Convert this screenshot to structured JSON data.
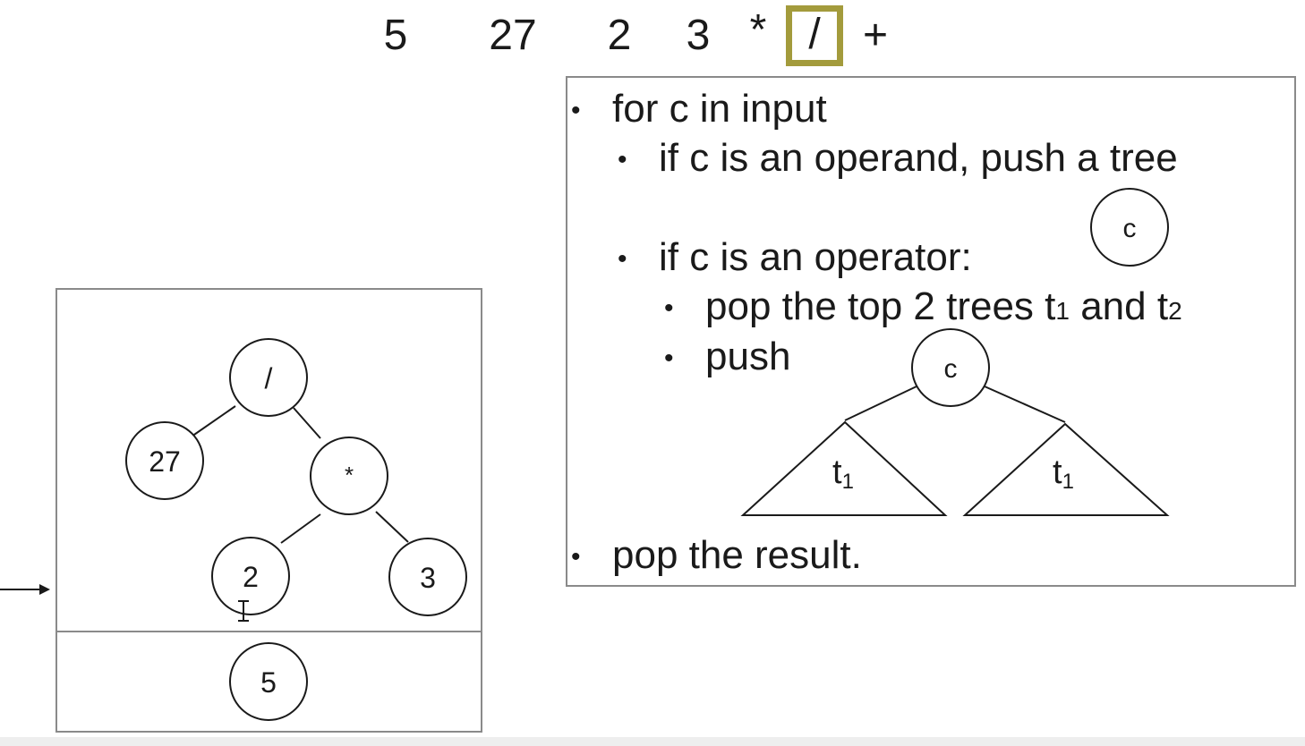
{
  "input_tokens": [
    "5",
    "27",
    "2",
    "3",
    "*",
    "/",
    "+"
  ],
  "highlighted_token_index": 5,
  "algorithm": {
    "line1": "for c in input",
    "line2": "if c is an operand, push a  tree",
    "line3": "if c is an operator:",
    "line4_prefix": "pop the top 2 trees t",
    "line4_sub1": "1",
    "line4_mid": " and t",
    "line4_sub2": "2",
    "line5": "push",
    "line6": "pop the result.",
    "bullet": "•",
    "single_node_label": "c",
    "push_root_label": "c",
    "left_subtree_label": "t",
    "left_subtree_sub": "1",
    "right_subtree_label": "t",
    "right_subtree_sub": "1"
  },
  "stack": {
    "top_tree": {
      "root": "/",
      "left": "27",
      "right": "*",
      "right_left": "2",
      "right_right": "3"
    },
    "bottom_tree": {
      "root": "5"
    }
  },
  "colors": {
    "highlight_border": "#a39b3c",
    "box_border": "#8a8a8a",
    "text": "#1a1a1a"
  },
  "icons": {
    "stack_pointer": "arrow-right-icon",
    "cursor": "text-cursor-icon"
  }
}
